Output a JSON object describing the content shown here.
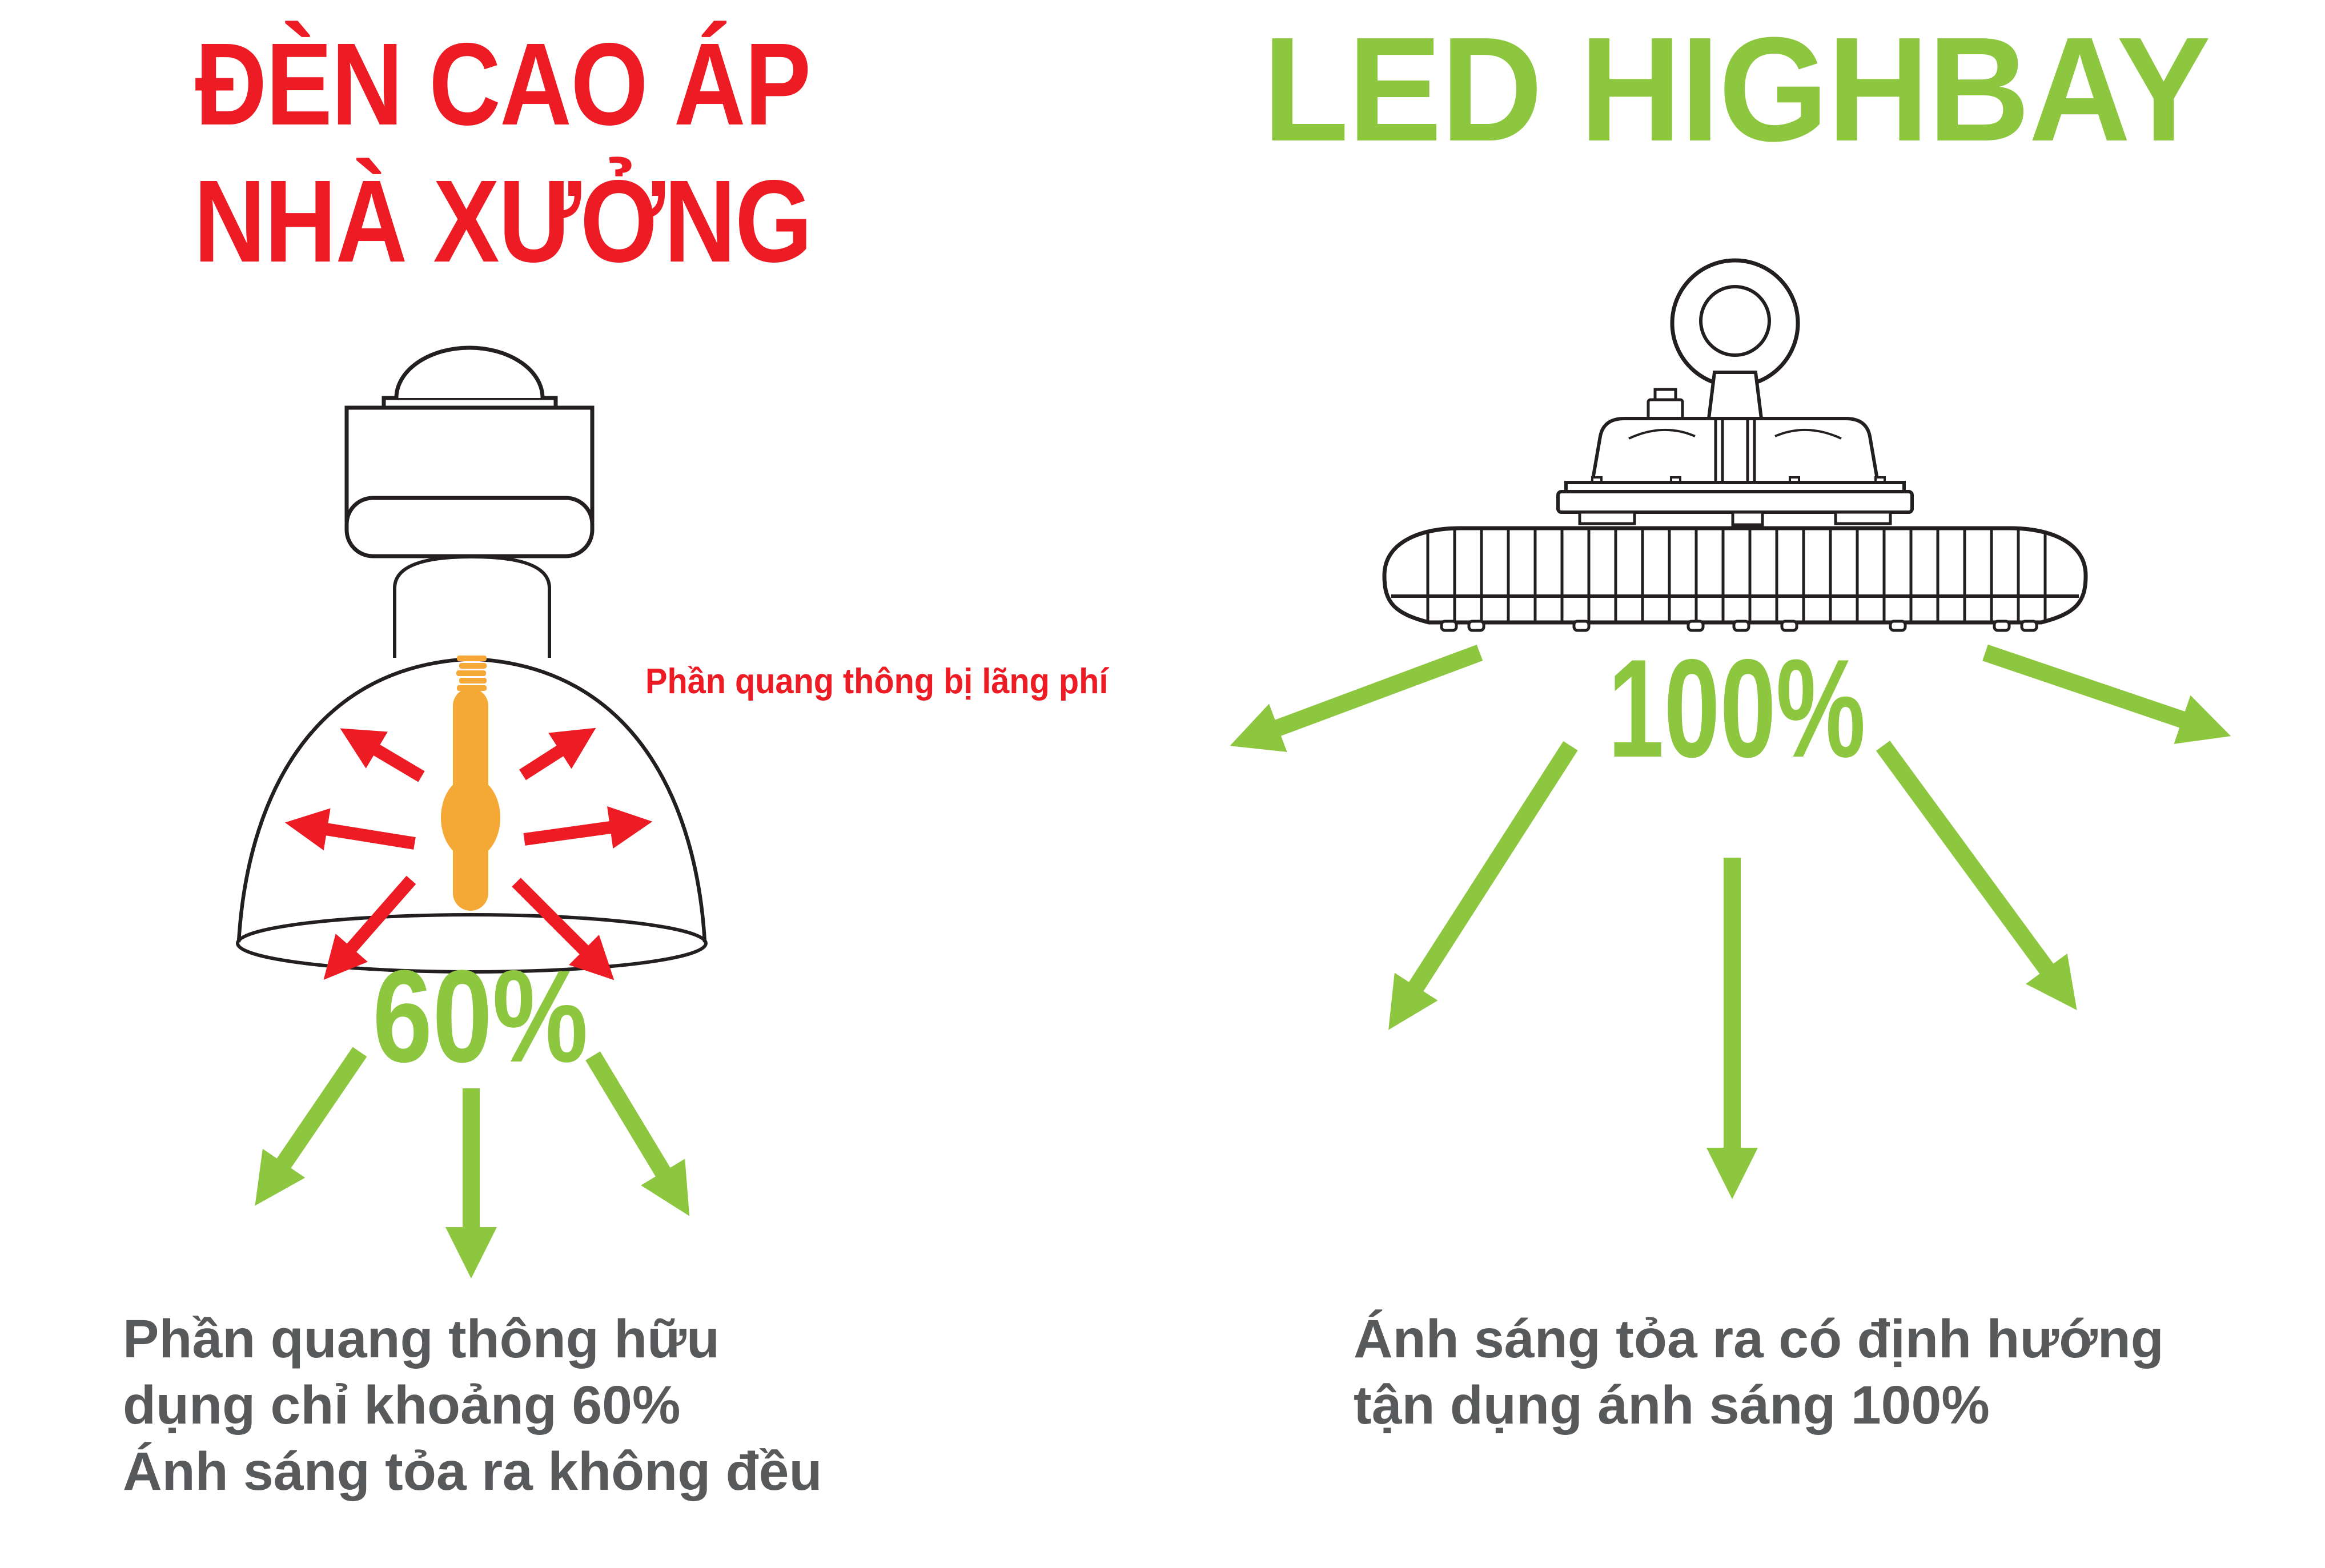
{
  "colors": {
    "red": "#ED1C24",
    "green": "#8DC63F",
    "gray_text": "#58595B",
    "orange_bulb": "#F6A836",
    "line_art": "#231F20",
    "background": "#FFFFFF"
  },
  "left": {
    "title_line1": "ĐÈN CAO ÁP",
    "title_line2": "NHÀ XƯỞNG",
    "wasted_label": "Phần quang thông bị lãng phí",
    "percent": "60%",
    "note_line1": "Phần quang thông hữu",
    "note_line2": "dụng chỉ khoảng 60%",
    "note_line3": "Ánh sáng tỏa ra không đều",
    "illustration": "hid-highbay-lamp-with-radiating-light"
  },
  "right": {
    "title": "LED HIGHBAY",
    "percent": "100%",
    "note_line1": "Ánh sáng tỏa ra có định hướng",
    "note_line2": "tận dụng ánh sáng 100%",
    "illustration": "ufo-led-highbay-with-directed-light"
  }
}
